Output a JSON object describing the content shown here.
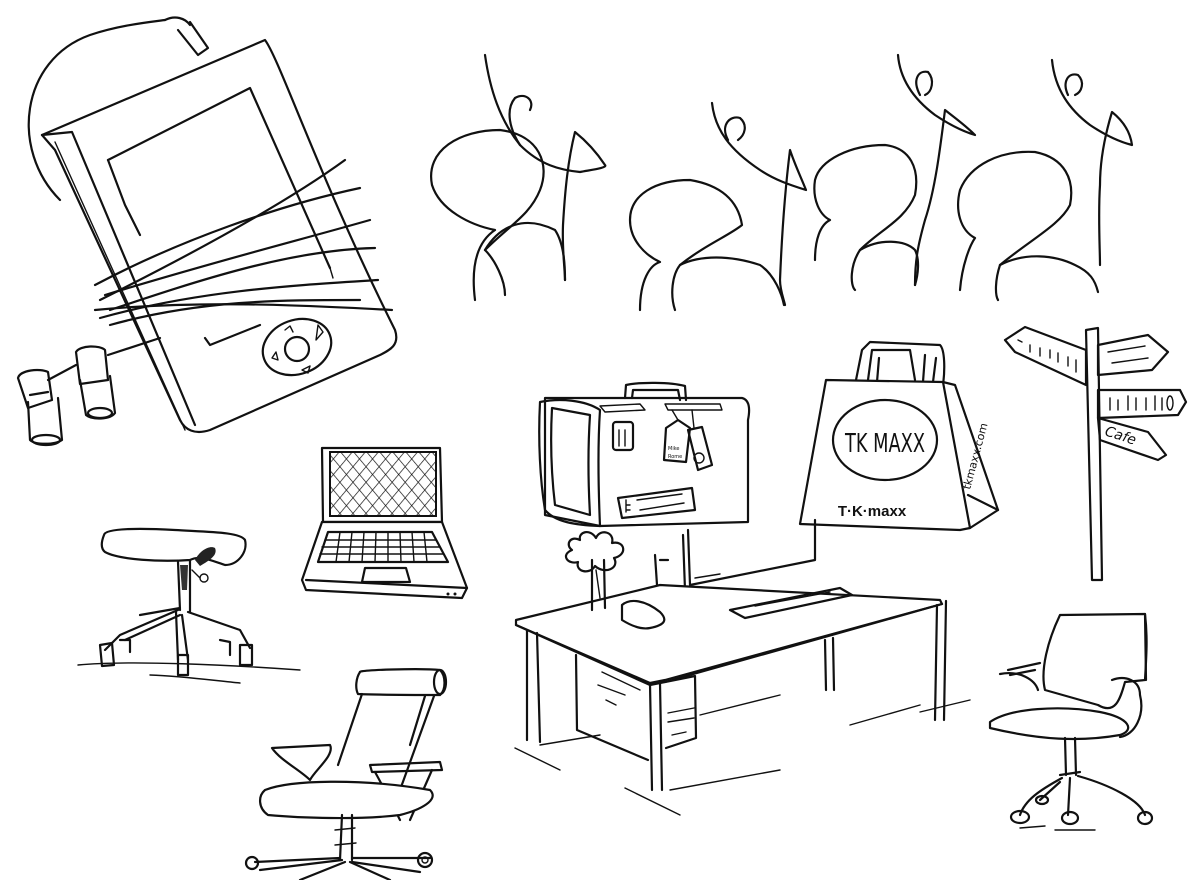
{
  "scene": {
    "description": "Hand-drawn pen sketch collage of office and travel objects",
    "background": "#ffffff",
    "ink": "#111111"
  },
  "objects": [
    {
      "name": "tablet-device",
      "label": "Tablet with strap and lens caps"
    },
    {
      "name": "dancing-figures",
      "label": "Four abstract dancing figures"
    },
    {
      "name": "laptop",
      "label": "Open laptop with cross-hatched screen"
    },
    {
      "name": "suitcase",
      "label": "Suitcase with luggage tags"
    },
    {
      "name": "shopping-bag",
      "label": "TK Maxx shopping bag"
    },
    {
      "name": "signpost",
      "label": "Direction signpost"
    },
    {
      "name": "saddle-stool",
      "label": "Saddle stool on wheels"
    },
    {
      "name": "desk",
      "label": "Office desk with monitor, keyboard, plant and phone"
    },
    {
      "name": "office-chair",
      "label": "Swivel office chair"
    },
    {
      "name": "lounge-chair",
      "label": "High-back office chair with headrest"
    }
  ],
  "bag": {
    "logo_text": "TK MAXX",
    "bottom_text": "T·K·maxx",
    "side_text": "tkmaxx.com"
  },
  "signpost": {
    "signs": [
      "",
      "",
      "",
      "Cafe"
    ]
  }
}
